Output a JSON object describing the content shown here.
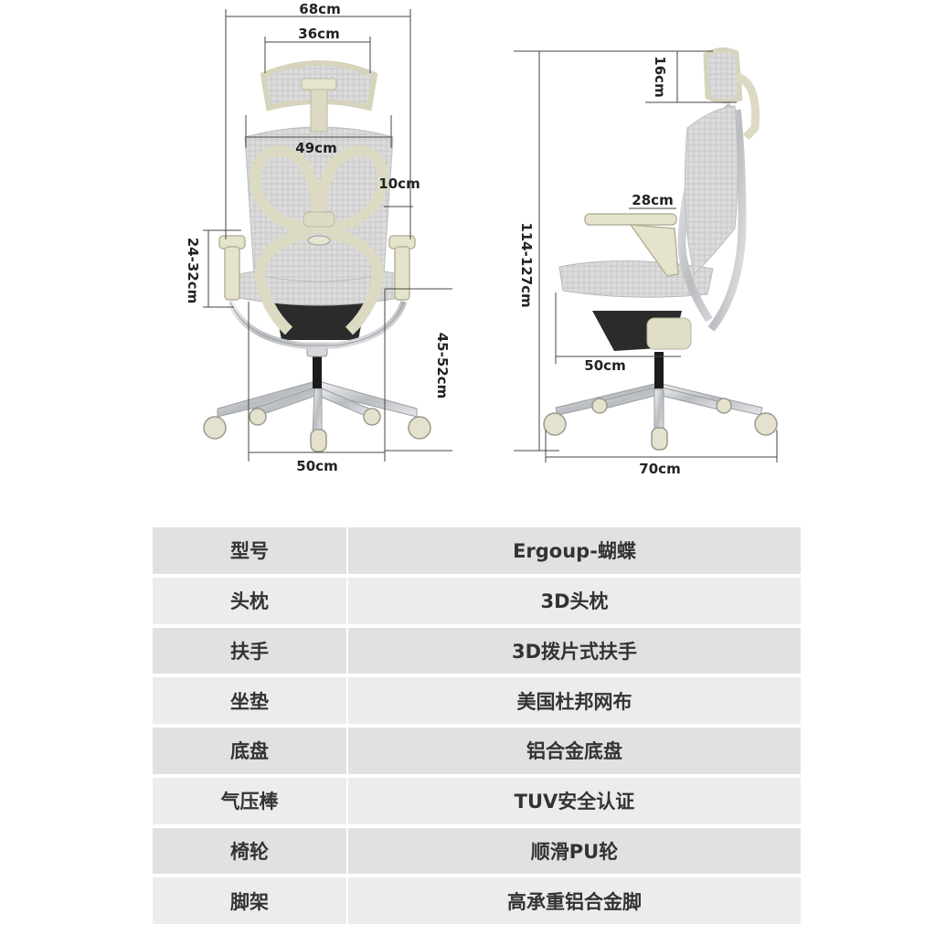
{
  "dimensions": {
    "front": {
      "overall_width": "68cm",
      "headrest_width": "36cm",
      "back_width": "49cm",
      "armrest_gap": "10cm",
      "armrest_height": "24-32cm",
      "seat_height": "45-52cm",
      "base_width": "50cm"
    },
    "side": {
      "headrest_height": "16cm",
      "total_height": "114-127cm",
      "armrest_length": "28cm",
      "seat_depth": "50cm",
      "base_depth": "70cm"
    }
  },
  "colors": {
    "frame": "#e2dfc6",
    "mesh": "#d6d6d6",
    "metal": "#c4c6c9",
    "row_dark": "#e1e1e1",
    "row_light": "#ececec"
  },
  "specs": [
    {
      "label": "型号",
      "value": "Ergoup-蝴蝶"
    },
    {
      "label": "头枕",
      "value": "3D头枕"
    },
    {
      "label": "扶手",
      "value": "3D拨片式扶手"
    },
    {
      "label": "坐垫",
      "value": "美国杜邦网布"
    },
    {
      "label": "底盘",
      "value": "铝合金底盘"
    },
    {
      "label": "气压棒",
      "value": "TUV安全认证"
    },
    {
      "label": "椅轮",
      "value": "顺滑PU轮"
    },
    {
      "label": "脚架",
      "value": "高承重铝合金脚"
    }
  ]
}
